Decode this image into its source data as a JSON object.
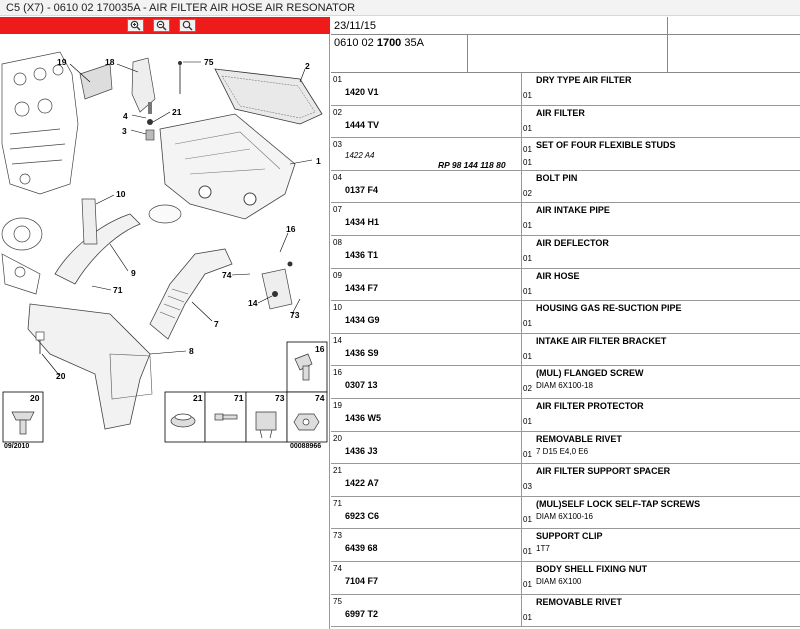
{
  "window": {
    "title": "C5 (X7) - 0610 02 170035A - AIR FILTER AIR HOSE AIR RESONATOR"
  },
  "diagram": {
    "toolbar_buttons": [
      "zoom-in",
      "zoom-out",
      "zoom-reset"
    ],
    "callouts": [
      "19",
      "18",
      "75",
      "2",
      "4",
      "21",
      "3",
      "1",
      "10",
      "9",
      "16",
      "74",
      "71",
      "7",
      "14",
      "73",
      "8",
      "20"
    ],
    "inset_labels": [
      "16",
      "20",
      "21",
      "71",
      "73",
      "74"
    ],
    "date_code": "09/2010",
    "image_code": "00088966"
  },
  "header": {
    "date": "23/11/15",
    "ref_prefix": "0610 02",
    "ref_bold": "1700",
    "ref_suffix": "35A"
  },
  "parts": [
    {
      "num": "01",
      "ref": "1420 V1",
      "qty": "01",
      "desc": "DRY TYPE AIR FILTER",
      "detail": ""
    },
    {
      "num": "02",
      "ref": "1444 TV",
      "qty": "01",
      "desc": "AIR FILTER",
      "detail": ""
    },
    {
      "num": "03",
      "ref": "1422 A4",
      "rp": "RP 98 144 118 80",
      "qty": "01",
      "qty2": "01",
      "desc": "SET OF FOUR FLEXIBLE STUDS",
      "detail": ""
    },
    {
      "num": "04",
      "ref": "0137 F4",
      "qty": "02",
      "desc": "BOLT PIN",
      "detail": ""
    },
    {
      "num": "07",
      "ref": "1434 H1",
      "qty": "01",
      "desc": "AIR INTAKE PIPE",
      "detail": ""
    },
    {
      "num": "08",
      "ref": "1436 T1",
      "qty": "01",
      "desc": "AIR DEFLECTOR",
      "detail": ""
    },
    {
      "num": "09",
      "ref": "1434 F7",
      "qty": "01",
      "desc": "AIR HOSE",
      "detail": ""
    },
    {
      "num": "10",
      "ref": "1434 G9",
      "qty": "01",
      "desc": "HOUSING GAS RE-SUCTION PIPE",
      "detail": ""
    },
    {
      "num": "14",
      "ref": "1436 S9",
      "qty": "01",
      "desc": "INTAKE AIR FILTER BRACKET",
      "detail": ""
    },
    {
      "num": "16",
      "ref": "0307 13",
      "qty": "02",
      "desc": "(MUL) FLANGED SCREW",
      "detail": "DIAM 6X100-18"
    },
    {
      "num": "19",
      "ref": "1436 W5",
      "qty": "01",
      "desc": "AIR FILTER PROTECTOR",
      "detail": ""
    },
    {
      "num": "20",
      "ref": "1436 J3",
      "qty": "01",
      "desc": "REMOVABLE RIVET",
      "detail": "7 D15 E4,0 E6"
    },
    {
      "num": "21",
      "ref": "1422 A7",
      "qty": "03",
      "desc": "AIR FILTER SUPPORT SPACER",
      "detail": ""
    },
    {
      "num": "71",
      "ref": "6923 C6",
      "qty": "01",
      "desc": "(MUL)SELF LOCK SELF-TAP SCREWS",
      "detail": "DIAM 6X100-16"
    },
    {
      "num": "73",
      "ref": "6439 68",
      "qty": "01",
      "desc": "SUPPORT CLIP",
      "detail": "1T7"
    },
    {
      "num": "74",
      "ref": "7104 F7",
      "qty": "01",
      "desc": "BODY SHELL FIXING NUT",
      "detail": "DIAM 6X100"
    },
    {
      "num": "75",
      "ref": "6997 T2",
      "qty": "01",
      "desc": "REMOVABLE RIVET",
      "detail": ""
    }
  ],
  "colors": {
    "toolbar_red": "#ee1b1b"
  }
}
